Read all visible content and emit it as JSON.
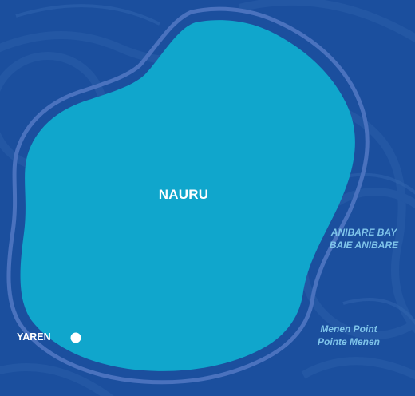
{
  "colors": {
    "ocean": "#1b4f9e",
    "ocean_swirl": "#2a5ea9",
    "reef": "#4a72be",
    "island": "#10a6cc",
    "label_light": "#ffffff",
    "label_sea": "#7fc4ea"
  },
  "map": {
    "country_label": "NAURU",
    "capital": {
      "name": "YAREN",
      "marker": "city-dot-icon"
    },
    "water_features": [
      {
        "line1": "ANIBARE BAY",
        "line2": "BAIE ANIBARE"
      },
      {
        "line1": "Menen Point",
        "line2": "Pointe Menen"
      }
    ]
  }
}
